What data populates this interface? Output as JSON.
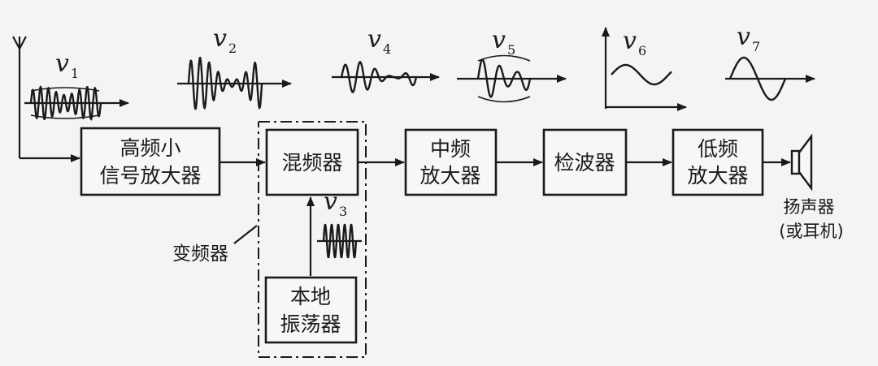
{
  "blocks": {
    "rf_amp": [
      "高频小",
      "信号放大器"
    ],
    "mixer": [
      "混频器"
    ],
    "if_amp": [
      "中频",
      "放大器"
    ],
    "detector": [
      "检波器"
    ],
    "af_amp": [
      "低频",
      "放大器"
    ],
    "local_osc": [
      "本地",
      "振荡器"
    ]
  },
  "labels": {
    "converter": "变频器",
    "speaker_line1": "扬声器",
    "speaker_line2": "(或耳机)"
  },
  "signals": {
    "v1": {
      "letter": "v",
      "sub": "1"
    },
    "v2": {
      "letter": "v",
      "sub": "2"
    },
    "v3": {
      "letter": "v",
      "sub": "3"
    },
    "v4": {
      "letter": "v",
      "sub": "4"
    },
    "v5": {
      "letter": "v",
      "sub": "5"
    },
    "v6": {
      "letter": "v",
      "sub": "6"
    },
    "v7": {
      "letter": "v",
      "sub": "7"
    }
  }
}
